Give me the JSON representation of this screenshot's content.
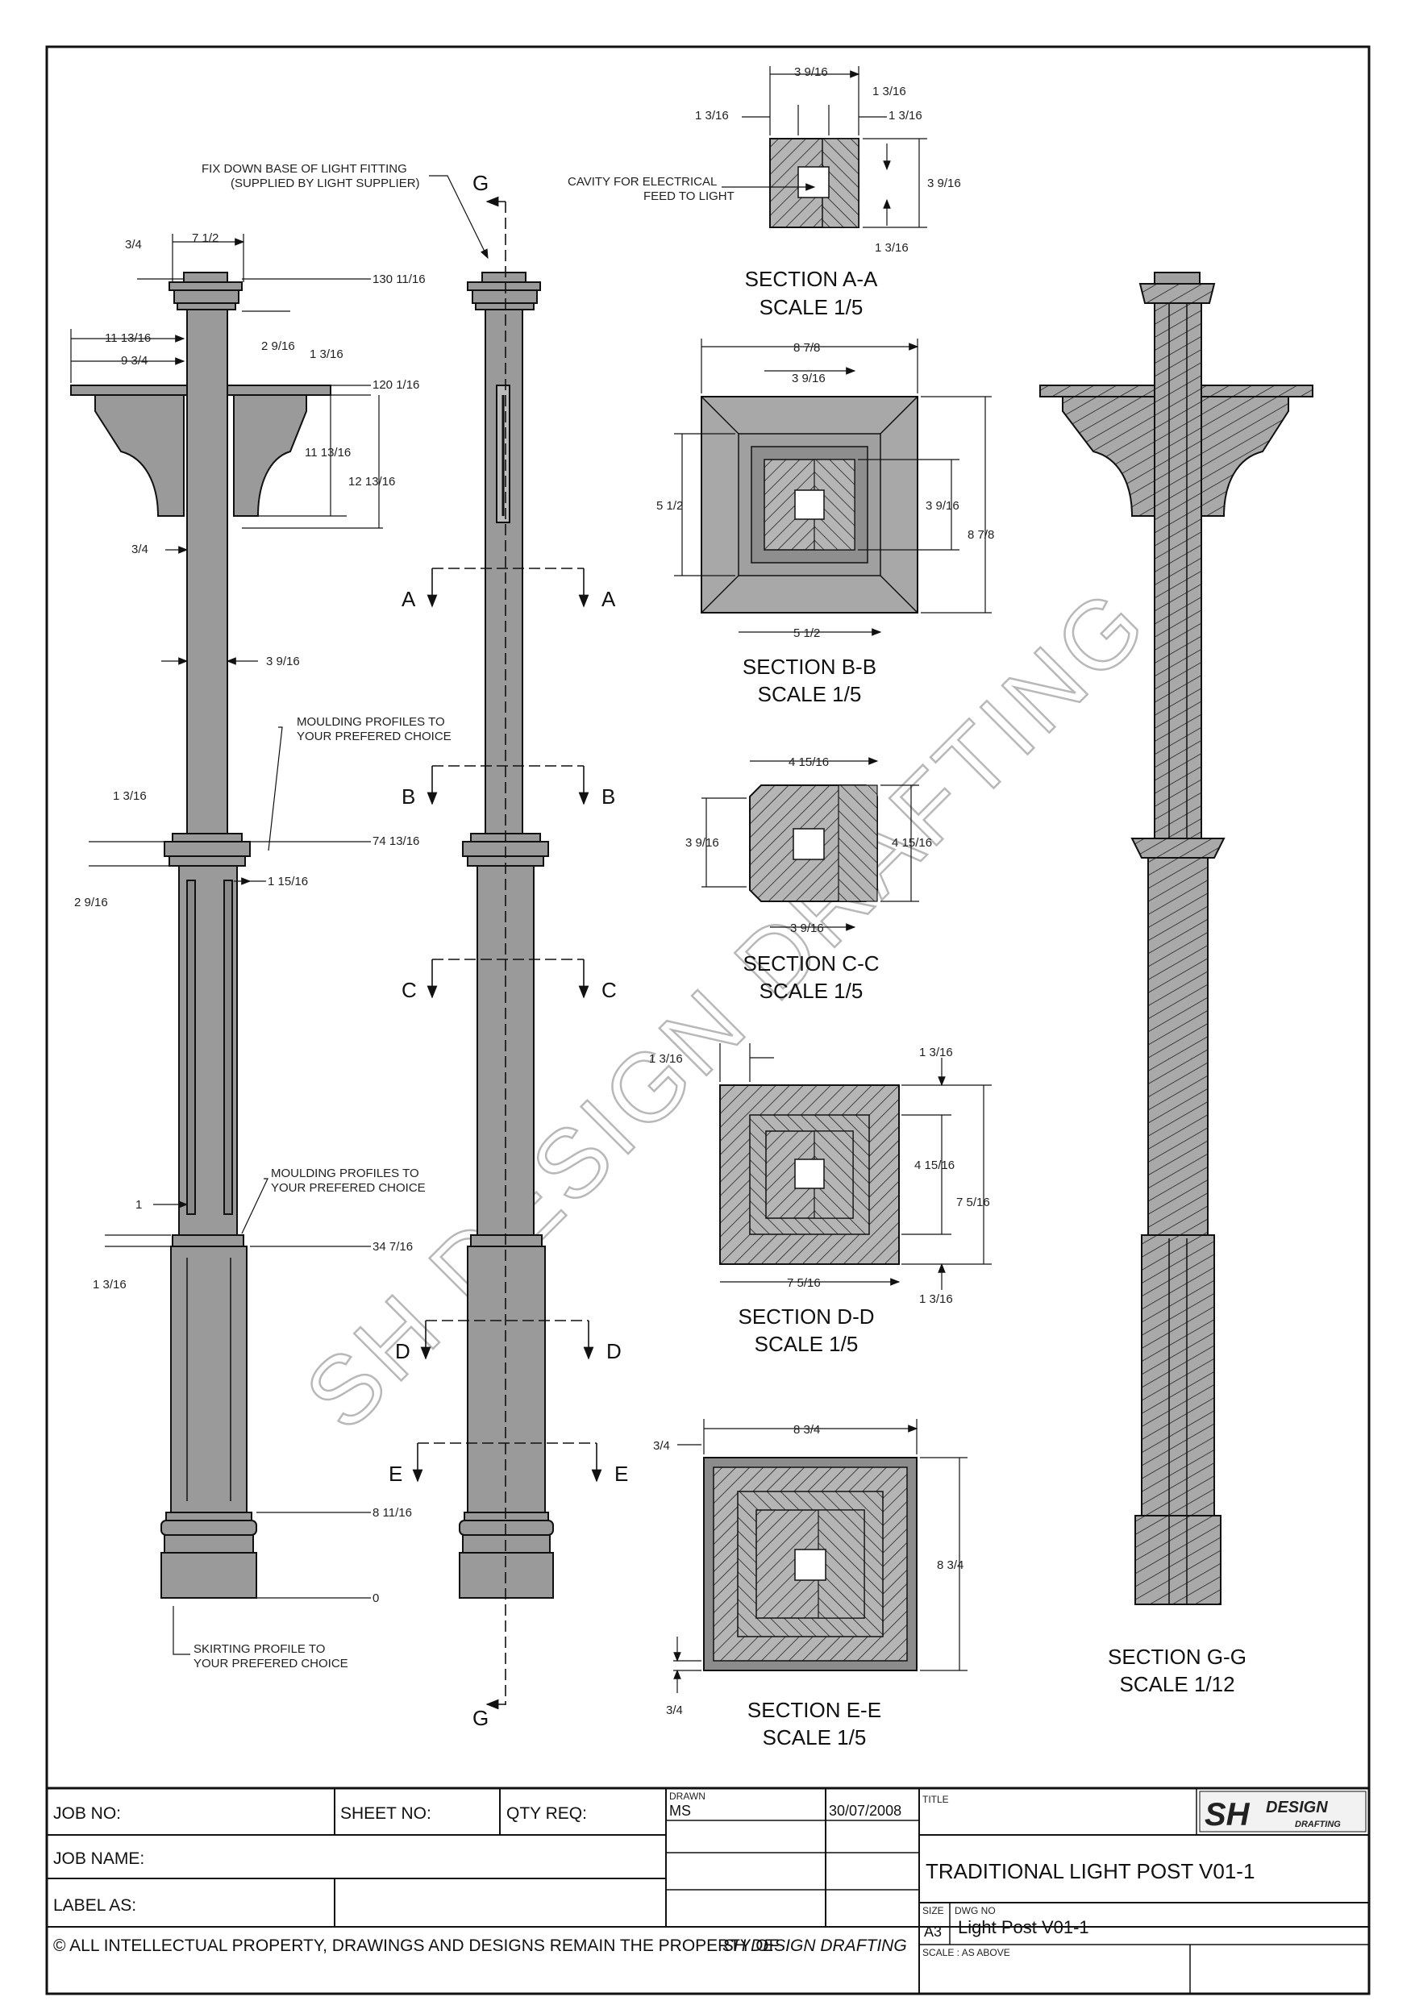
{
  "notes": {
    "fix_down_1": "FIX DOWN BASE OF LIGHT FITTING",
    "fix_down_2": "(SUPPLIED BY LIGHT SUPPLIER)",
    "cavity_1": "CAVITY FOR ELECTRICAL",
    "cavity_2": "FEED TO LIGHT",
    "moulding_1": "MOULDING PROFILES TO",
    "moulding_2": "YOUR PREFERED CHOICE",
    "skirting_1": "SKIRTING PROFILE TO",
    "skirting_2": "YOUR PREFERED CHOICE"
  },
  "cut_labels": {
    "a": "A",
    "b": "B",
    "c": "C",
    "d": "D",
    "e": "E",
    "g": "G"
  },
  "elevation_dims": {
    "d_3_4_top": "3/4",
    "d_7_1_2": "7 1/2",
    "d_130": "130 11/16",
    "d_2_9_16_top": "2 9/16",
    "d_11_13_16_left": "11 13/16",
    "d_9_3_4": "9 3/4",
    "d_1_3_16_arm": "1 3/16",
    "d_120": "120 1/16",
    "d_11_13_16_right": "11 13/16",
    "d_12_13_16": "12 13/16",
    "d_3_4_mid": "3/4",
    "d_3_9_16_shaft": "3 9/16",
    "d_1_3_16_upper": "1 3/16",
    "d_74": "74 13/16",
    "d_1_15_16": "1 15/16",
    "d_2_9_16_mid": "2 9/16",
    "d_1": "1",
    "d_34": "34 7/16",
    "d_1_3_16_lower": "1 3/16",
    "d_8": "8 11/16",
    "d_0": "0"
  },
  "sections": {
    "aa": {
      "title": "SECTION A-A",
      "scale": "SCALE 1/5",
      "dim_top": "3 9/16",
      "dim_left": "1 3/16",
      "dim_mid": "1 3/16",
      "dim_right": "1 3/16",
      "dim_side": "3 9/16",
      "dim_bottom": "1 3/16"
    },
    "bb": {
      "title": "SECTION B-B",
      "scale": "SCALE 1/5",
      "dim_outer_top": "8 7/8",
      "dim_inner_top": "3 9/16",
      "dim_left": "5 1/2",
      "dim_right_inner": "3 9/16",
      "dim_right_outer": "8 7/8",
      "dim_bottom": "5 1/2"
    },
    "cc": {
      "title": "SECTION C-C",
      "scale": "SCALE 1/5",
      "dim_top": "4 15/16",
      "dim_left": "3 9/16",
      "dim_right": "4 15/16",
      "dim_bottom": "3 9/16"
    },
    "dd": {
      "title": "SECTION D-D",
      "scale": "SCALE 1/5",
      "dim_top_left": "1 3/16",
      "dim_top_right": "1 3/16",
      "dim_inner": "4 15/16",
      "dim_outer": "7 5/16",
      "dim_bottom": "7 5/16",
      "dim_bottom_right": "1 3/16"
    },
    "ee": {
      "title": "SECTION E-E",
      "scale": "SCALE 1/5",
      "dim_top": "8 3/4",
      "dim_corner_top": "3/4",
      "dim_right": "8 3/4",
      "dim_corner_bottom": "3/4"
    },
    "gg": {
      "title": "SECTION G-G",
      "scale": "SCALE 1/12"
    }
  },
  "watermark": "SH DESIGN DRAFTING",
  "title_block": {
    "job_no": "JOB NO:",
    "sheet_no": "SHEET NO:",
    "qty_req": "QTY REQ:",
    "drawn_label": "DRAWN",
    "drawn_by": "MS",
    "date": "30/07/2008",
    "title_label": "TITLE",
    "title": "TRADITIONAL LIGHT POST V01-1",
    "job_name": "JOB NAME:",
    "label_as": "LABEL AS:",
    "size_label": "SIZE",
    "size": "A3",
    "dwg_label": "DWG NO",
    "dwg_no": "Light Post V01-1",
    "scale": "SCALE : AS ABOVE",
    "copyright": "© ALL INTELLECTUAL PROPERTY, DRAWINGS AND DESIGNS REMAIN THE PROPERTY OF",
    "company": "SH DESIGN DRAFTING",
    "logo_sh": "SH",
    "logo_design": "DESIGN",
    "logo_drafting": "DRAFTING"
  }
}
